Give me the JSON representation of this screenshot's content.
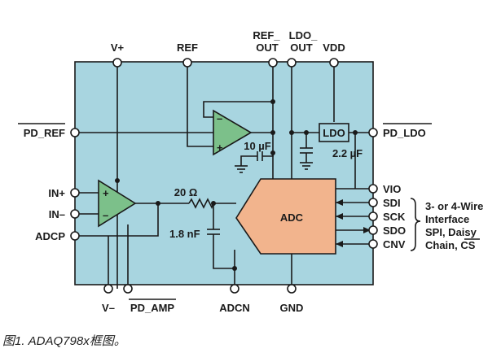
{
  "colors": {
    "chip_fill": "#a8d5e0",
    "chip_border": "#1a1a1a",
    "opamp_fill": "#7cc08a",
    "adc_fill": "#f2b48d",
    "ldo_fill": "#a8d5e0"
  },
  "pins_top": {
    "vplus": "V+",
    "ref": "REF",
    "ref_out_line1": "REF_",
    "ref_out_line2": "OUT",
    "ldo_out_line1": "LDO_",
    "ldo_out_line2": "OUT",
    "vdd": "VDD"
  },
  "pins_left": {
    "pd_ref": "PD_REF",
    "in_plus": "IN+",
    "in_minus": "IN–",
    "adcp": "ADCP"
  },
  "pins_right": {
    "pd_ldo": "PD_LDO",
    "vio": "VIO",
    "sdi": "SDI",
    "sck": "SCK",
    "sdo": "SDO",
    "cnv": "CNV"
  },
  "pins_bottom": {
    "vminus": "V–",
    "pd_amp": "PD_AMP",
    "adcn": "ADCN",
    "gnd": "GND"
  },
  "components": {
    "ref_cap": "10 µF",
    "ldo_label": "LDO",
    "ldo_cap": "2.2 µF",
    "resistor": "20 Ω",
    "adc_cap": "1.8 nF",
    "adc_label": "ADC",
    "opamp_plus": "+",
    "opamp_minus": "–"
  },
  "interface_note": {
    "line1": "3- or 4-Wire",
    "line2": "Interface",
    "line3": "SPI, Daisy",
    "line4_prefix": "Chain,",
    "line4_overbar": "CS"
  },
  "caption": "图1. ADAQ798x框图。"
}
